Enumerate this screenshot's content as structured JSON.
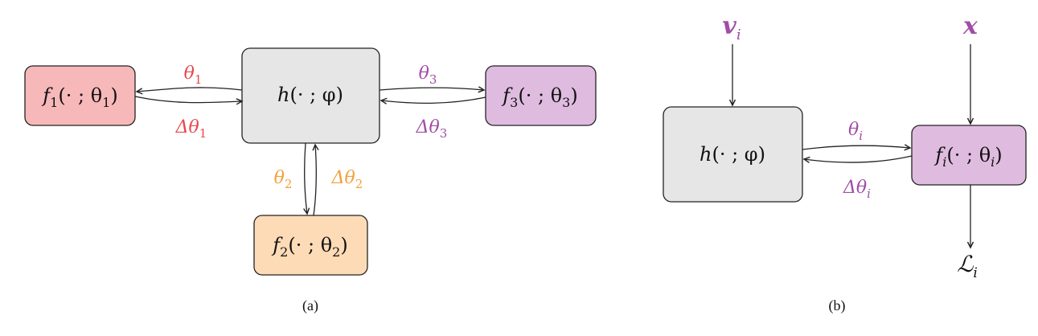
{
  "colors": {
    "red": "#e8484b",
    "orange": "#f2a13c",
    "purple": "#a04ea6",
    "box_red_fill": "#f7b8ba",
    "box_orange_fill": "#fddbb6",
    "box_purple_fill": "#dfbcdf",
    "box_gray_fill": "#e6e6e6",
    "stroke": "#222222"
  },
  "panel_a": {
    "caption": "(a)",
    "hub": {
      "func": "h",
      "args": "(· ; φ)"
    },
    "f1": {
      "func": "f",
      "sub": "1",
      "args_open": "(· ; θ",
      "args_sub": "1",
      "args_close": ")"
    },
    "f2": {
      "func": "f",
      "sub": "2",
      "args_open": "(· ; θ",
      "args_sub": "2",
      "args_close": ")"
    },
    "f3": {
      "func": "f",
      "sub": "3",
      "args_open": "(· ; θ",
      "args_sub": "3",
      "args_close": ")"
    },
    "theta1": {
      "base": "θ",
      "sub": "1"
    },
    "dtheta1": {
      "base": "Δθ",
      "sub": "1"
    },
    "theta2": {
      "base": "θ",
      "sub": "2"
    },
    "dtheta2": {
      "base": "Δθ",
      "sub": "2"
    },
    "theta3": {
      "base": "θ",
      "sub": "3"
    },
    "dtheta3": {
      "base": "Δθ",
      "sub": "3"
    }
  },
  "panel_b": {
    "caption": "(b)",
    "hub": {
      "func": "h",
      "args": "(· ; φ)"
    },
    "fi": {
      "func": "f",
      "sub": "i",
      "args_open": "(· ; θ",
      "args_sub": "i",
      "args_close": ")"
    },
    "vi": {
      "base": "v",
      "sub": "i"
    },
    "x": {
      "base": "x"
    },
    "thetai": {
      "base": "θ",
      "sub": "i"
    },
    "dthetai": {
      "base": "Δθ",
      "sub": "i"
    },
    "loss": {
      "base": "ℒ",
      "sub": "i"
    }
  }
}
